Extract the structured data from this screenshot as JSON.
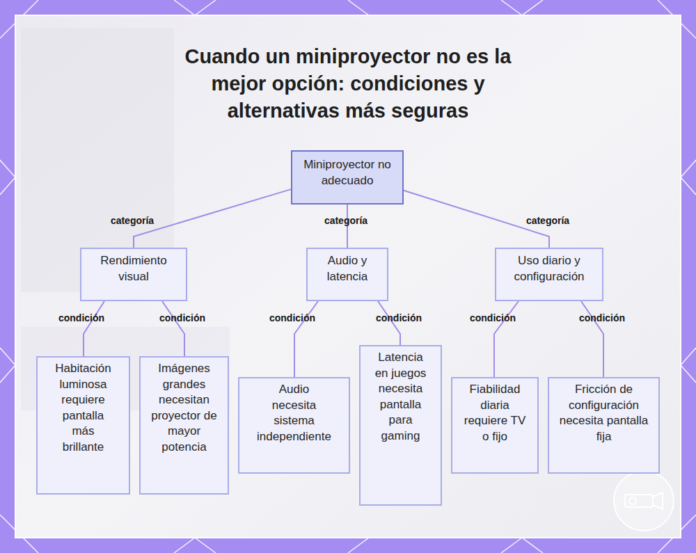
{
  "diagram": {
    "title": "Cuando un miniproyector no es la mejor opción: condiciones y alternativas más seguras",
    "nodes": [
      {
        "text": [
          "Miniproyector no adecuado"
        ]
      },
      {
        "text": [
          "Rendimiento visual"
        ]
      },
      {
        "text": [
          "Audio y latencia"
        ]
      },
      {
        "text": [
          "Uso diario y configuración"
        ]
      },
      {
        "text": [
          "Habitación luminosa requiere pantalla más brillante"
        ]
      },
      {
        "text": [
          "Imágenes grandes necesitan proyector de mayor potencia"
        ]
      },
      {
        "text": [
          "Audio necesita sistema independiente"
        ]
      },
      {
        "text": [
          "Latencia en juegos necesita pantalla para gaming"
        ]
      },
      {
        "text": [
          "Fiabilidad diaria requiere TV o fijo"
        ]
      },
      {
        "text": [
          "Fricción de configuración necesita pantalla fija"
        ]
      }
    ],
    "edges": [
      {
        "from": 0,
        "to": 1,
        "label": "categoría",
        "arrow": "none"
      },
      {
        "from": 0,
        "to": 2,
        "label": "categoría",
        "arrow": "none"
      },
      {
        "from": 0,
        "to": 3,
        "label": "categoría",
        "arrow": "none"
      },
      {
        "from": 1,
        "to": 4,
        "label": "condición",
        "arrow": "none"
      },
      {
        "from": 1,
        "to": 5,
        "label": "condición",
        "arrow": "none"
      },
      {
        "from": 2,
        "to": 6,
        "label": "condición",
        "arrow": "none"
      },
      {
        "from": 2,
        "to": 7,
        "label": "condición",
        "arrow": "none"
      },
      {
        "from": 3,
        "to": 8,
        "label": "condición",
        "arrow": "none"
      },
      {
        "from": 3,
        "to": 9,
        "label": "condición",
        "arrow": "none"
      }
    ]
  }
}
